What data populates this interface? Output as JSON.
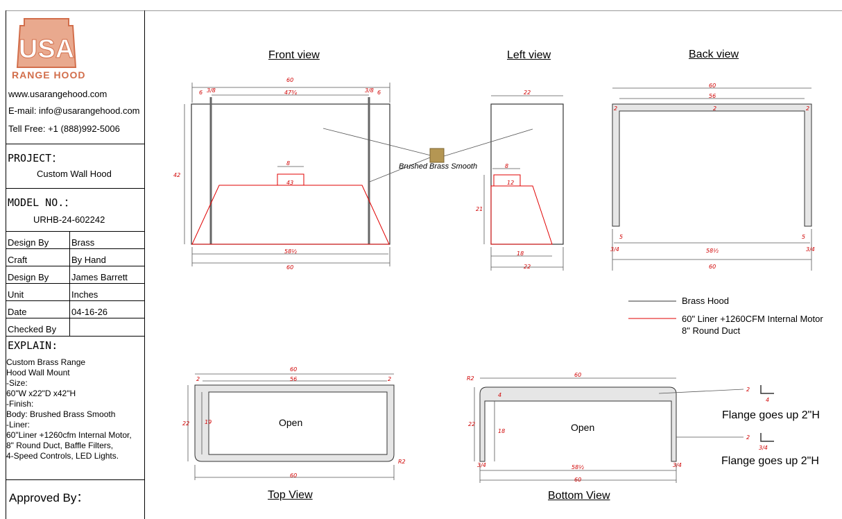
{
  "brand": {
    "logo_letters": "USA",
    "logo_name": "RANGE HOOD",
    "website": "www.usarangehood.com",
    "email": "E-mail: info@usarangehood.com",
    "phone": "Tell Free: +1 (888)992-5006"
  },
  "project": {
    "heading": "PROJECT：",
    "value": "Custom Wall Hood"
  },
  "model": {
    "heading": "MODEL NO.：",
    "value": "URHB-24-602242"
  },
  "specs": [
    {
      "label": "Design By",
      "value": "Brass"
    },
    {
      "label": "Craft",
      "value": "By Hand"
    },
    {
      "label": "Design By",
      "value": "James Barrett"
    },
    {
      "label": "Unit",
      "value": "Inches"
    },
    {
      "label": "Date",
      "value": "04-16-26"
    },
    {
      "label": "Checked By",
      "value": ""
    }
  ],
  "explain": {
    "heading": "EXPLAIN:",
    "lines": [
      "Custom Brass Range",
      "Hood Wall Mount",
      "-Size:",
      "60\"W x22\"D x42\"H",
      "-Finish:",
      "Body: Brushed Brass Smooth",
      "-Liner:",
      "60\"Liner +1260cfm Internal Motor,",
      "8\" Round Duct, Baffle Filters,",
      "4-Speed Controls, LED Lights."
    ]
  },
  "approved": "Approved By：",
  "views": {
    "front": "Front view",
    "left": "Left view",
    "back": "Back view",
    "top": "Top View",
    "bottom": "Bottom View"
  },
  "callouts": {
    "finish": "Brushed Brass Smooth",
    "open_top": "Open",
    "open_bottom": "Open",
    "flange1": "Flange goes up 2\"H",
    "flange2": "Flange goes up 2\"H"
  },
  "legend": {
    "brass": "Brass Hood",
    "liner_line1": "60\" Liner +1260CFM Internal  Motor",
    "liner_line2": "8\" Round Duct"
  },
  "colors": {
    "liner": "#e00000",
    "brass_swatch": "#b49653",
    "logo": "#d26e4b"
  },
  "dims": {
    "front_width": "60",
    "front_inner": "47¾",
    "front_sixL": "6",
    "front_sixR": "6",
    "front_threeL": "3/8",
    "front_threeR": "3/8",
    "front_height": "42",
    "front_liner_w": "58½",
    "front_bottom": "60",
    "front_duct": "8",
    "front_43": "43",
    "left_top": "22",
    "left_duct": "8",
    "left_12": "12",
    "left_21": "21",
    "left_18": "18",
    "left_bottom": "22",
    "back_60": "60",
    "back_56": "56",
    "back_2a": "2",
    "back_2b": "2",
    "back_2c": "2",
    "back_5a": "5",
    "back_5b": "5",
    "back_34a": "3/4",
    "back_34b": "3/4",
    "back_585": "58½",
    "back_bottom": "60",
    "top_60": "60",
    "top_56": "56",
    "top_2a": "2",
    "top_2b": "2",
    "top_22": "22",
    "top_19": "19",
    "top_r2": "R2",
    "top_bottom": "60",
    "bot_60": "60",
    "bot_r2": "R2",
    "bot_4": "4",
    "bot_22": "22",
    "bot_18": "18",
    "bot_34a": "3/4",
    "bot_34b": "3/4",
    "bot_585": "58½",
    "bot_bottom": "60",
    "fl1_2": "2",
    "fl1_4": "4",
    "fl2_2": "2",
    "fl2_34": "3/4"
  }
}
